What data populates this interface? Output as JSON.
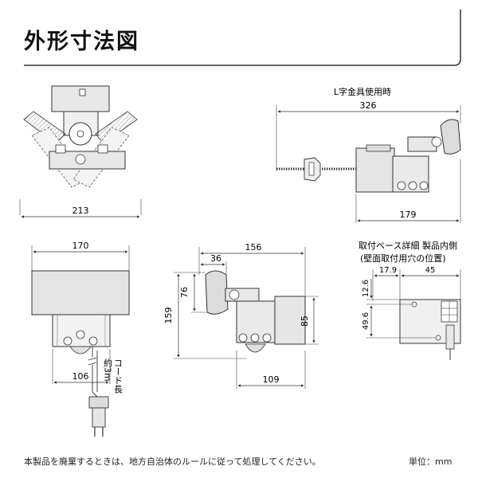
{
  "title": "外形寸法図",
  "footer": {
    "disposal_note": "本製品を廃棄するときは、地方自治体のルールに従って処理してください。",
    "unit": "単位：mm"
  },
  "views": {
    "top": {
      "width_dim": "213"
    },
    "l_bracket": {
      "caption": "L字金具使用時",
      "total_dim": "326",
      "base_dim": "179"
    },
    "front": {
      "width_dim": "170",
      "bottom_dim": "106",
      "cord_label": "コード長",
      "cord_length": "約3m"
    },
    "side": {
      "width_dim": "156",
      "offset_dim": "36",
      "head_h_dim": "76",
      "total_h_dim": "159",
      "body_h_dim": "85",
      "bottom_dim": "109"
    },
    "base_detail": {
      "caption_line1": "取付ベース詳細 製品内側",
      "caption_line2": "(壁面取付用穴の位置)",
      "dim_left": "17.9",
      "dim_right": "45",
      "dim_top": "12.6",
      "dim_vert": "49.6"
    }
  }
}
